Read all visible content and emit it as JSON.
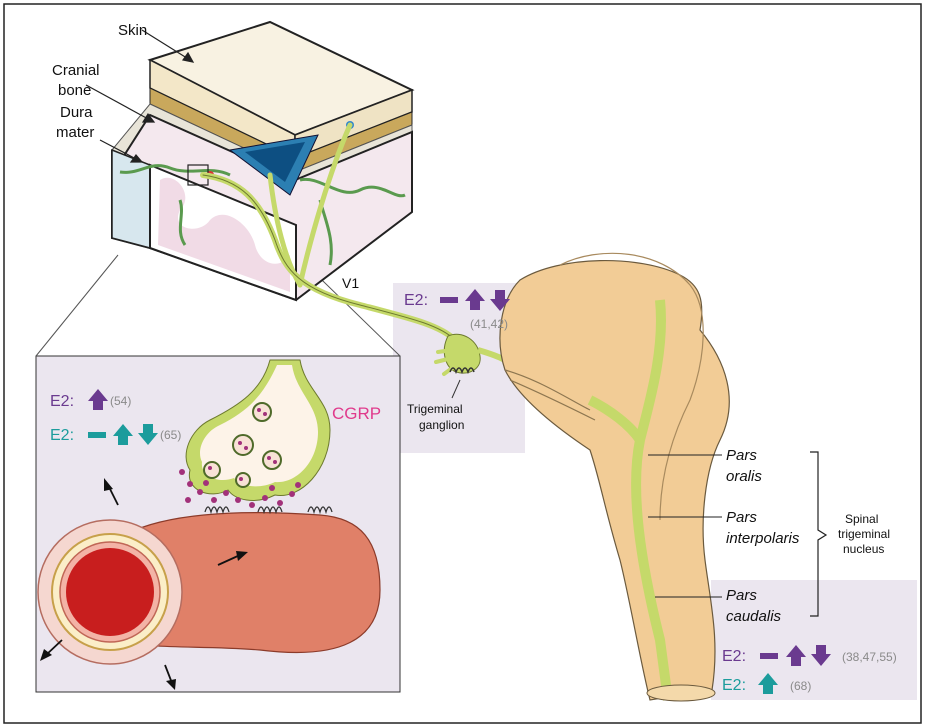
{
  "labels": {
    "skin": "Skin",
    "cranial_bone_1": "Cranial",
    "cranial_bone_2": "bone",
    "dura_1": "Dura",
    "dura_2": "mater",
    "v1": "V1",
    "trigeminal_ganglion_1": "Trigeminal",
    "trigeminal_ganglion_2": "ganglion",
    "cgrp": "CGRP",
    "pars_oralis_1": "Pars",
    "pars_oralis_2": "oralis",
    "pars_interpolaris_1": "Pars",
    "pars_interpolaris_2": "interpolaris",
    "pars_caudalis_1": "Pars",
    "pars_caudalis_2": "caudalis",
    "spinal_1": "Spinal",
    "spinal_2": "trigeminal",
    "spinal_3": "nucleus"
  },
  "e2_effects": {
    "ganglion": {
      "label": "E2:",
      "ref": "(41,42)",
      "arrows": [
        "none",
        "up",
        "down"
      ]
    },
    "vessel_purple": {
      "label": "E2:",
      "ref": "(54)",
      "arrows": [
        "up"
      ]
    },
    "vessel_teal": {
      "label": "E2:",
      "ref": "(65)",
      "arrows": [
        "none",
        "up",
        "down"
      ]
    },
    "caudalis_purple": {
      "label": "E2:",
      "ref": "(38,47,55)",
      "arrows": [
        "none",
        "up",
        "down"
      ]
    },
    "caudalis_teal": {
      "label": "E2:",
      "ref": "(68)",
      "arrows": [
        "up"
      ]
    }
  },
  "colors": {
    "purple": "#6a3a8f",
    "teal": "#1c9c9c",
    "nerve_green": "#c5d96a",
    "cgrp_pink": "#e03a8c",
    "brainstem": "#f2cc96",
    "panel": "#eae6ee"
  }
}
